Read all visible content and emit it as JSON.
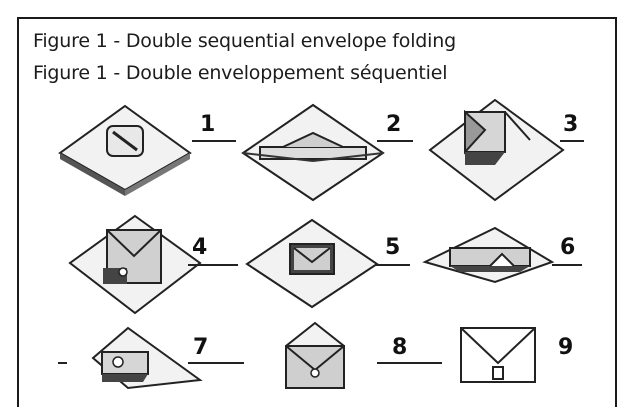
{
  "figure": {
    "title_en": "Figure 1 - Double sequential envelope folding",
    "title_fr": "Figure 1 - Double enveloppement séquentiel"
  },
  "steps": [
    {
      "number": "1"
    },
    {
      "number": "2"
    },
    {
      "number": "3"
    },
    {
      "number": "4"
    },
    {
      "number": "5"
    },
    {
      "number": "6"
    },
    {
      "number": "7"
    },
    {
      "number": "8"
    },
    {
      "number": "9"
    }
  ]
}
